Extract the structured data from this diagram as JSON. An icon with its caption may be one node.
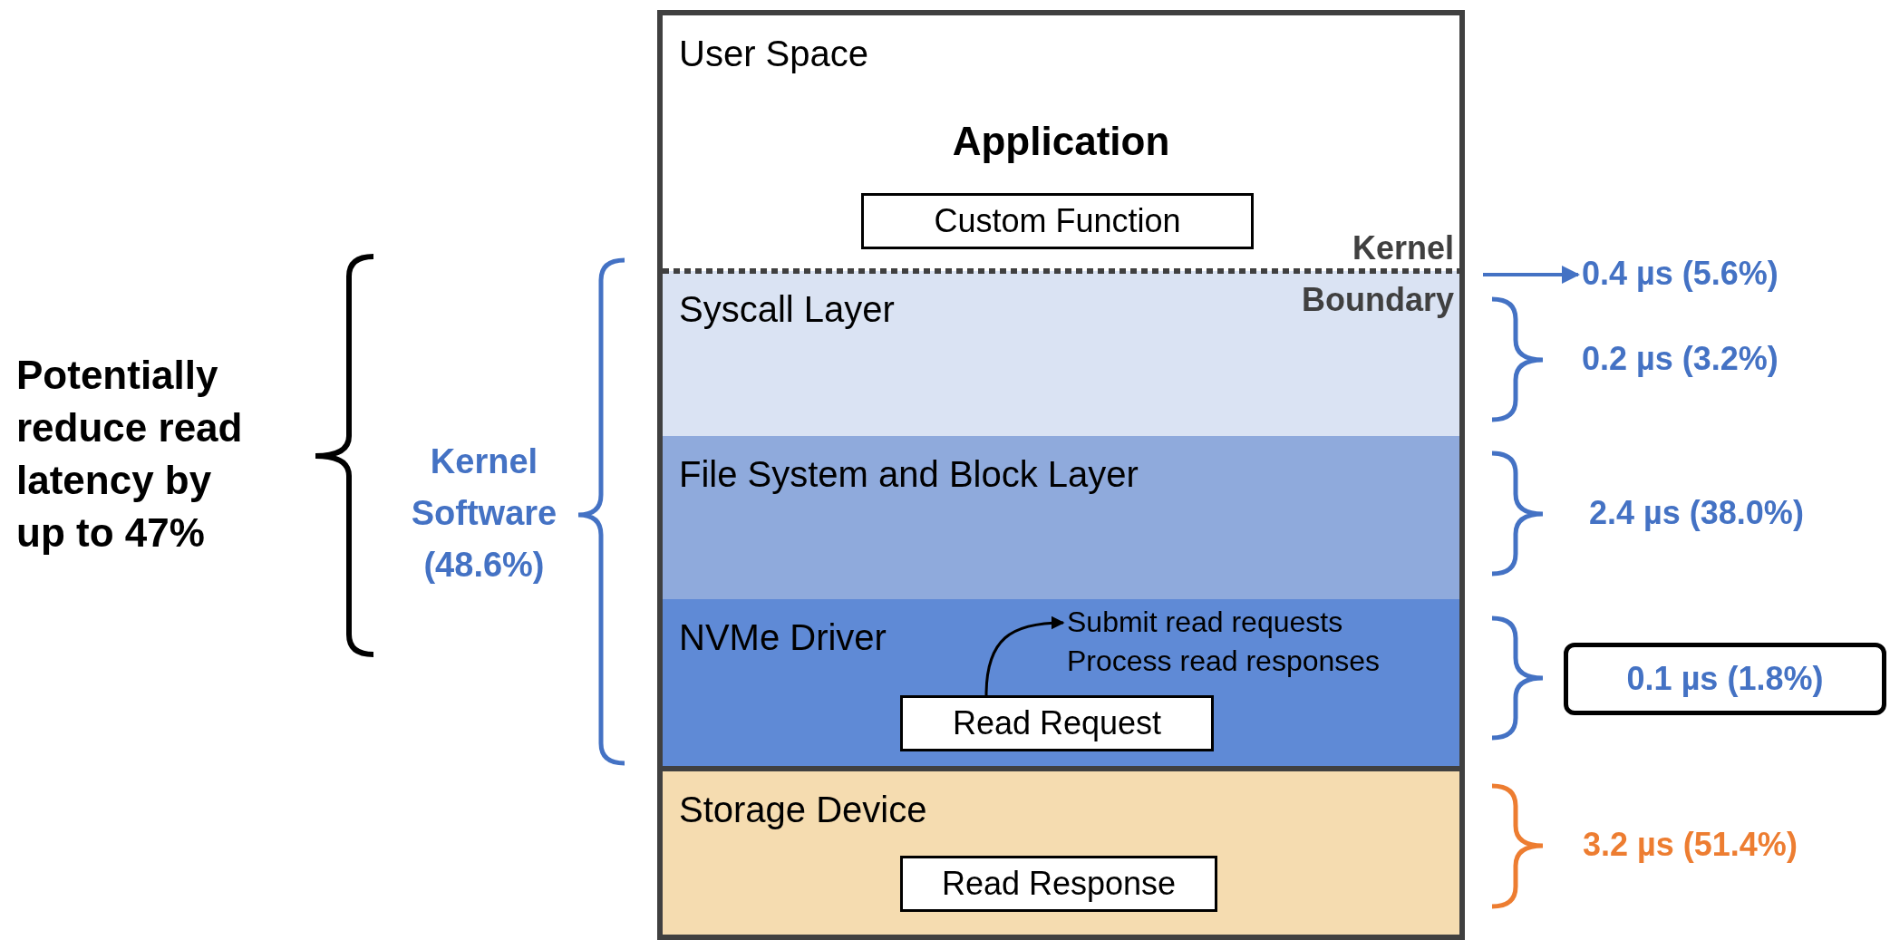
{
  "diagram": {
    "nodes": [
      {
        "text": [
          "User Space",
          "Application"
        ]
      },
      {
        "text": [
          "Custom Function"
        ],
        "in": 0
      },
      {
        "text": [
          "Syscall Layer"
        ]
      },
      {
        "text": [
          "File System and Block Layer"
        ]
      },
      {
        "text": [
          "NVMe Driver"
        ]
      },
      {
        "text": [
          "Read Request"
        ],
        "in": 4
      },
      {
        "text": [
          "Submit read requests Process read responses"
        ],
        "in": 4
      },
      {
        "text": [
          "Storage Device"
        ]
      },
      {
        "text": [
          "Read Response"
        ],
        "in": 7
      },
      {
        "text": [
          "0.4 µs (5.6%)"
        ]
      },
      {
        "text": [
          "0.1 µs (1.8%)"
        ]
      }
    ],
    "edges": [
      {
        "from": 5,
        "to": 6,
        "arrow": "to"
      },
      {
        "from": null,
        "to": 9,
        "arrow": "to",
        "color": "#4472c4"
      }
    ],
    "labels": [
      "Kernel Boundary",
      "Potentially reduce read latency by up to 47%",
      "Kernel Software (48.6%)",
      "0.2 µs (3.2%)",
      "2.4 µs (38.0%)",
      "3.2 µs (51.4%)"
    ]
  }
}
